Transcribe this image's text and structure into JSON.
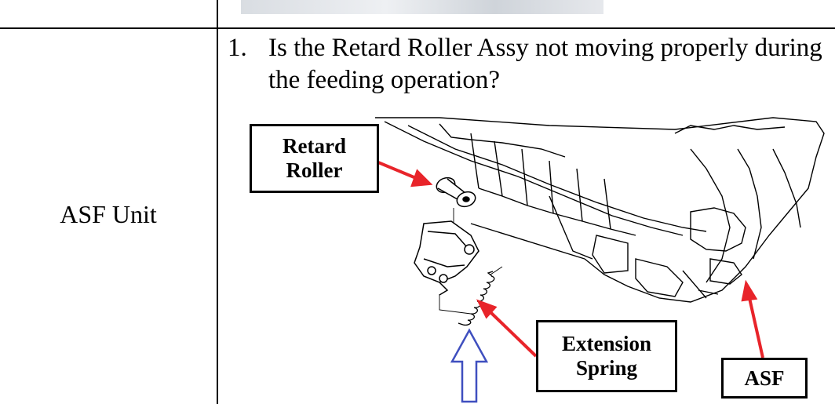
{
  "table": {
    "row": {
      "part": "ASF Unit",
      "step_number": "1.",
      "step_text": "Is the Retard Roller Assy not moving properly during the feeding operation?"
    }
  },
  "figure": {
    "callouts": {
      "retard_roller": "Retard Roller",
      "extension_spring": "Extension Spring",
      "asf": "ASF"
    },
    "colors": {
      "arrow": "#e8242a",
      "up_arrow": "#3f4fbf"
    }
  }
}
